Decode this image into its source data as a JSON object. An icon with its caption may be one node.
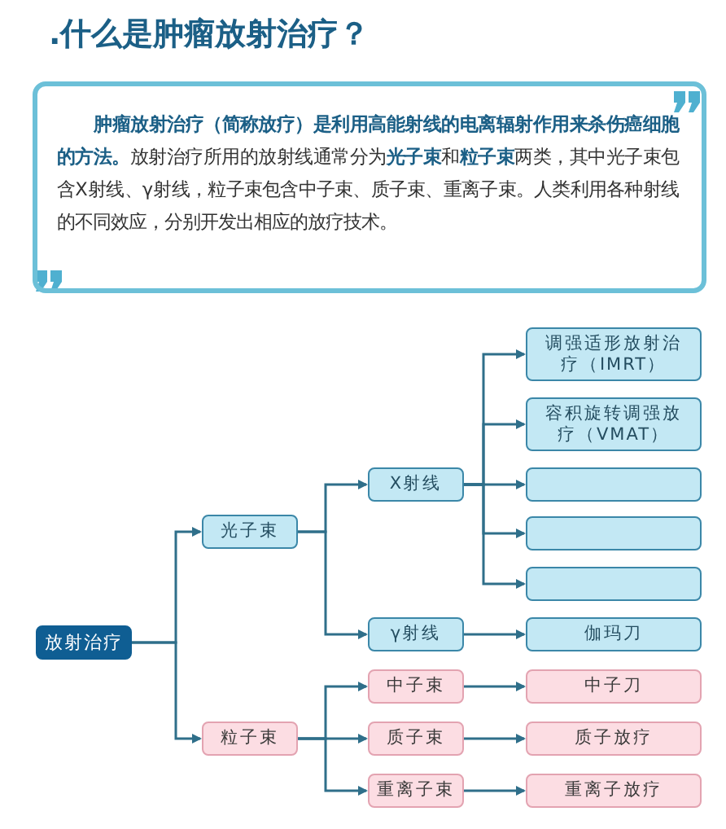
{
  "diagram": {
    "title": ".什么是肿瘤放射治疗？",
    "nodes": [
      {
        "text": [
          "**肿瘤放射治疗（简称放疗）是利用高能射线的电离辐射作用来杀伤癌细胞的方法。**放射治疗所用的放射线通常分为**光子束**和**粒子束**两类，其中光子束包含X射线、γ射线，粒子束包含中子束、质子束、重离子束。人类利用各种射线的不同效应，分别开发出相应的放疗技术。"
        ]
      },
      {
        "text": [
          "放射治疗"
        ]
      },
      {
        "text": [
          "光子束"
        ]
      },
      {
        "text": [
          "粒子束"
        ]
      },
      {
        "text": [
          "X射线"
        ]
      },
      {
        "text": [
          "γ射线"
        ]
      },
      {
        "text": [
          "中子束"
        ]
      },
      {
        "text": [
          "质子束"
        ]
      },
      {
        "text": [
          "重离子束"
        ]
      },
      {
        "text": [
          "调强适形放射治疗（IMRT）"
        ]
      },
      {
        "text": [
          "容积旋转调强放疗（VMAT）"
        ]
      },
      {
        "text": [],
        "shape": "box"
      },
      {
        "text": [],
        "shape": "box"
      },
      {
        "text": [],
        "shape": "box"
      },
      {
        "text": [
          "伽玛刀"
        ]
      },
      {
        "text": [
          "中子刀"
        ]
      },
      {
        "text": [
          "质子放疗"
        ]
      },
      {
        "text": [
          "重离子放疗"
        ]
      }
    ],
    "edges": [
      {
        "from": 1,
        "to": 2,
        "arrow": "to"
      },
      {
        "from": 1,
        "to": 3,
        "arrow": "to"
      },
      {
        "from": 2,
        "to": 4,
        "arrow": "to"
      },
      {
        "from": 2,
        "to": 5,
        "arrow": "to"
      },
      {
        "from": 3,
        "to": 6,
        "arrow": "to"
      },
      {
        "from": 3,
        "to": 7,
        "arrow": "to"
      },
      {
        "from": 3,
        "to": 8,
        "arrow": "to"
      },
      {
        "from": 4,
        "to": 9,
        "arrow": "to"
      },
      {
        "from": 4,
        "to": 10,
        "arrow": "to"
      },
      {
        "from": 4,
        "to": 11,
        "arrow": "to"
      },
      {
        "from": 4,
        "to": 12,
        "arrow": "to"
      },
      {
        "from": 4,
        "to": 13,
        "arrow": "to"
      },
      {
        "from": 5,
        "to": 14,
        "arrow": "to"
      },
      {
        "from": 6,
        "to": 15,
        "arrow": "to"
      },
      {
        "from": 7,
        "to": 16,
        "arrow": "to"
      },
      {
        "from": 8,
        "to": 17,
        "arrow": "to"
      }
    ]
  }
}
